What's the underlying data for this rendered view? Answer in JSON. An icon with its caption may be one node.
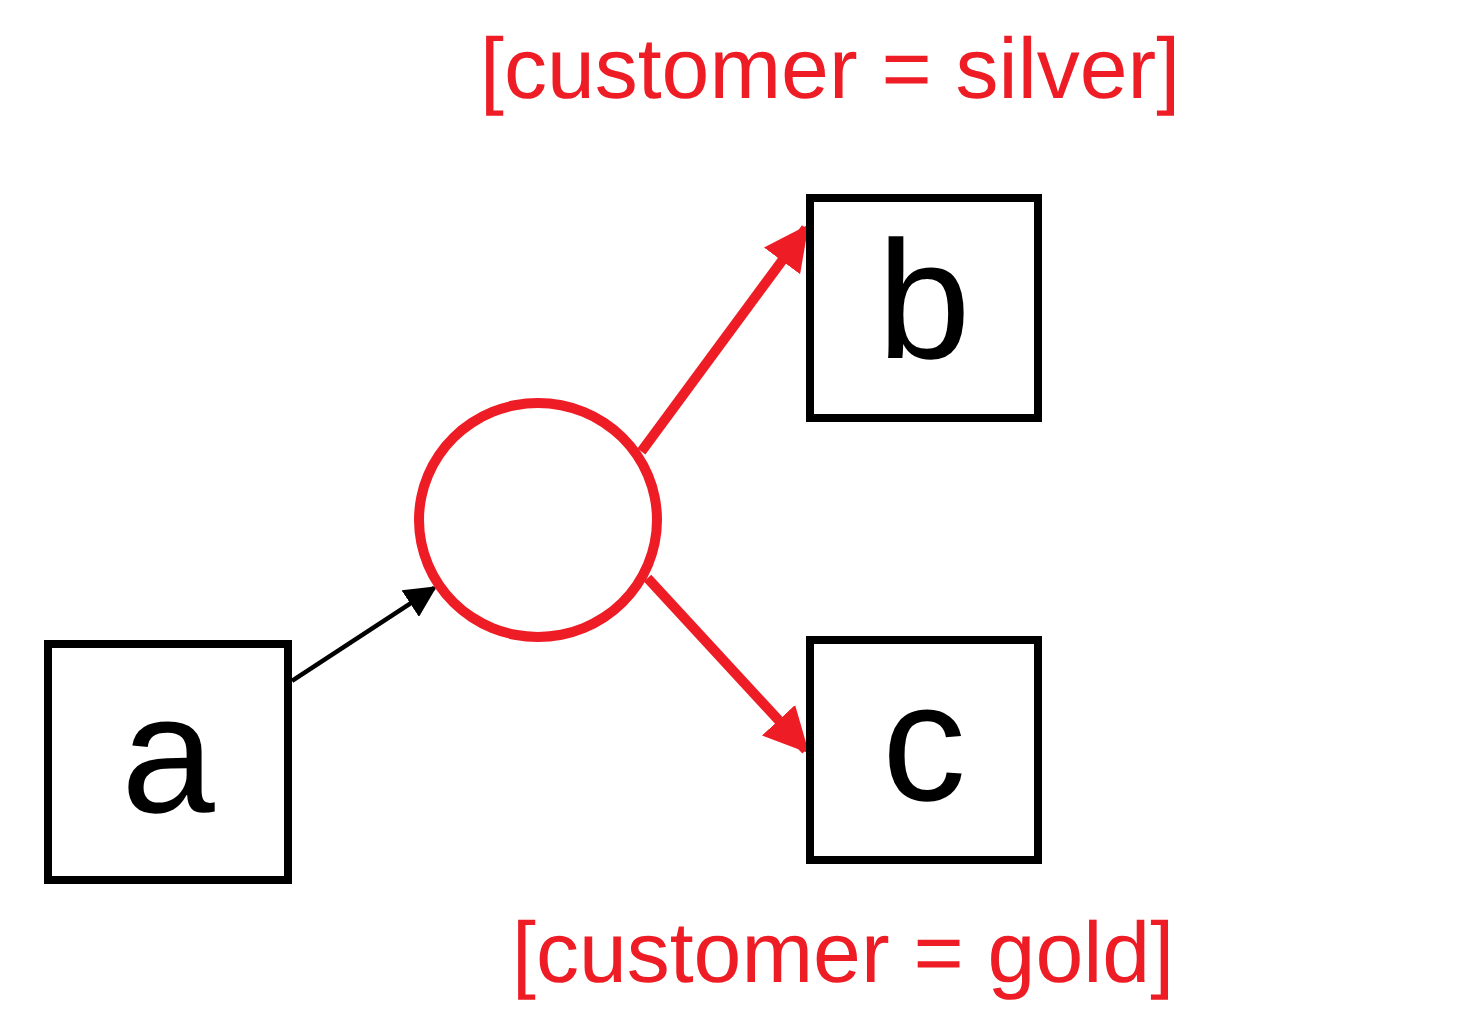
{
  "diagram": {
    "nodes": [
      {
        "text": [
          "a"
        ]
      },
      {
        "text": [],
        "shape": "circle"
      },
      {
        "text": [
          "b"
        ]
      },
      {
        "text": [
          "c"
        ]
      }
    ],
    "edges": [
      {
        "from": 0,
        "to": 1,
        "arrow": "to",
        "color": "#000000"
      },
      {
        "from": 1,
        "to": 2,
        "arrow": "to",
        "label": "[customer = silver]"
      },
      {
        "from": 1,
        "to": 3,
        "arrow": "to",
        "label": "[customer = gold]"
      }
    ]
  }
}
